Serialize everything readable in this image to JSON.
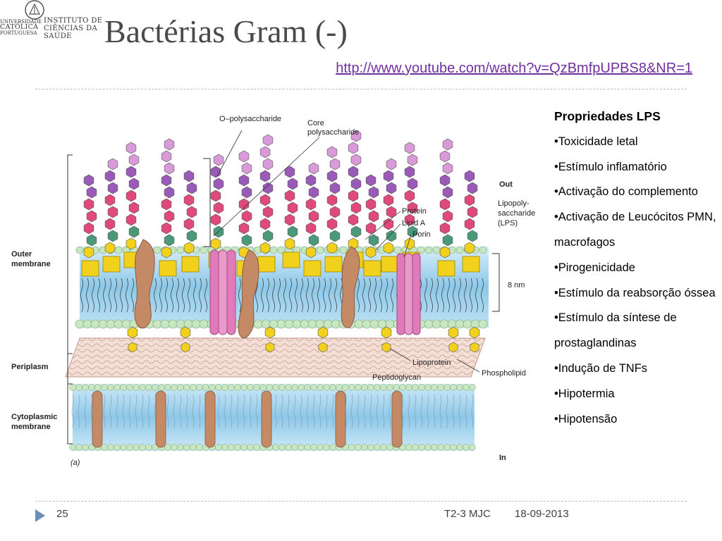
{
  "header": {
    "logo_line1": "UNIVERSIDADE",
    "logo_line2": "CATÓLICA",
    "logo_line3": "PORTUGUESA",
    "logo_line4": "INSTITUTO DE",
    "logo_line5": "CIÊNCIAS DA SAÚDE",
    "title": "Bactérias Gram (-)",
    "link": "http://www.youtube.com/watch?v=QzBmfpUPBS8&NR=1"
  },
  "diagram": {
    "labels": {
      "o_polysaccharide": "O–polysaccharide",
      "core_line1": "Core",
      "core_line2": "polysaccharide",
      "out": "Out",
      "lps_line1": "Lipopoly-",
      "lps_line2": "saccharide",
      "lps_line3": "(LPS)",
      "protein": "Protein",
      "lipid_a": "Lipid A",
      "porin": "Porin",
      "thickness": "8 nm",
      "outer_line1": "Outer",
      "outer_line2": "membrane",
      "periplasm": "Periplasm",
      "lipoprotein": "Lipoprotein",
      "peptidoglycan": "Peptidoglycan",
      "phospholipid": "Phospholipid",
      "cyto_line1": "Cytoplasmic",
      "cyto_line2": "membrane",
      "in": "In",
      "panel": "(a)"
    }
  },
  "properties": {
    "heading": "Propriedades LPS",
    "items": [
      "•Toxicidade letal",
      "•Estímulo inflamatório",
      "•Activação do complemento",
      "•Activação de Leucócitos PMN, macrofagos",
      "•Pirogenicidade",
      "•Estímulo da reabsorção óssea",
      "•Estímulo da síntese de prostaglandinas",
      "•Indução de TNFs",
      "•Hipotermia",
      "•Hipotensão"
    ]
  },
  "footer": {
    "slide_number": "25",
    "author": "T2-3 MJC",
    "date": "18-09-2013"
  },
  "colors": {
    "title": "#4a4a4a",
    "link": "#7030a0",
    "membrane_blue": "#8ec8e8",
    "lps_pink": "#e04a7a",
    "lps_purple": "#9a5ab8",
    "lipid_yellow": "#f2d11c",
    "protein_brown": "#c48a66",
    "porin_pink": "#e07ab8",
    "bead_green": "#c8e6c0"
  }
}
